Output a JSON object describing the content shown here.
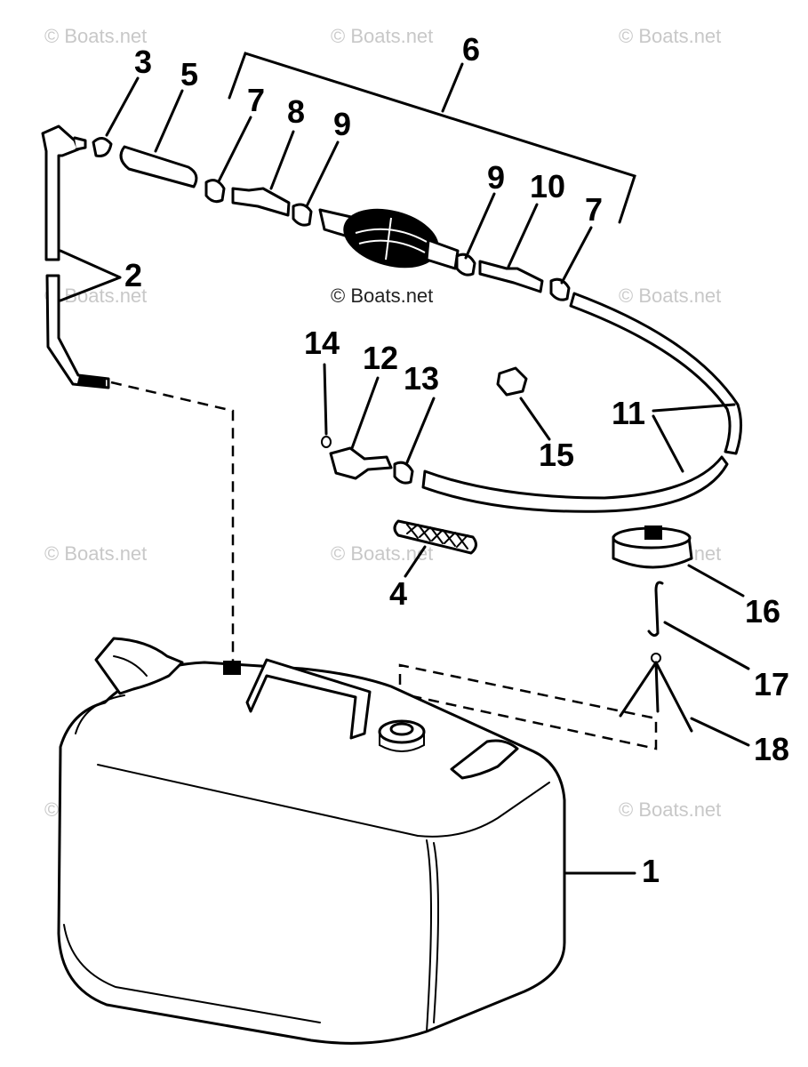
{
  "watermarks": {
    "copyright": "© Boats.net",
    "center": "© Boats.net"
  },
  "callouts": {
    "tank": "1",
    "pickup_tube": "2",
    "clip_3": "3",
    "filter": "4",
    "hose_5": "5",
    "primer_assembly": "6",
    "clamp_7a": "7",
    "clamp_7b": "7",
    "connector_8": "8",
    "clamp_9a": "9",
    "clamp_9b": "9",
    "connector_10": "10",
    "hose_11": "11",
    "connector_12": "12",
    "clamp_13": "13",
    "oring_14": "14",
    "nut_15": "15",
    "cap_16": "16",
    "hook_17": "17",
    "spring_18": "18"
  }
}
